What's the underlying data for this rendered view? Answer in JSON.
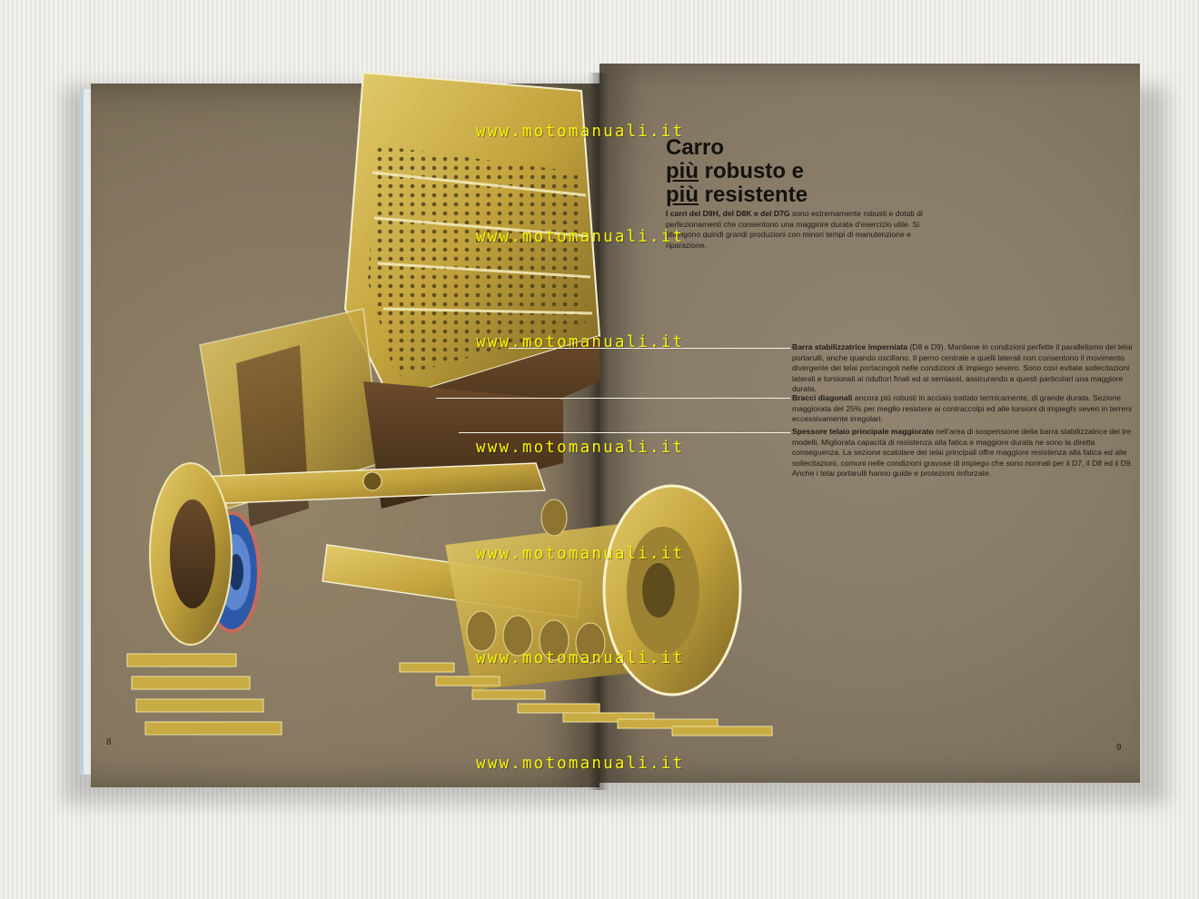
{
  "watermark": "www.motomanuali.it",
  "page_numbers": {
    "left": "8",
    "right": "9"
  },
  "title": {
    "line1": "Carro",
    "line2_prefix": "più",
    "line2_rest": " robusto e",
    "line3_prefix": "più",
    "line3_rest": " resistente"
  },
  "intro": {
    "bold": "I carri del D9H, del D8K e del D7G",
    "text": " sono estremamente robusti e dotati di perfezionamenti che consentono una maggiore durata d'esercizio utile. Si ottengono quindi grandi produzioni con minori tempi di manutenzione e riparazione."
  },
  "features": [
    {
      "bold": "Barra stabilizzatrice imperniata",
      "text": " (D8 e D9). Mantiene in condizioni perfette il parallelismo dei telai portarulli, anche quando oscillano. Il perno centrale e quelli laterali non consentono il movimento divergente dei telai portacingoli nelle condizioni di impiego severo. Sono così evitate sollecitazioni laterali e torsionali ai riduttori finali ed ai semiassi, assicurando a questi particolari una maggiore durata."
    },
    {
      "bold": "Bracci diagonali",
      "text": " ancora più robusti in acciaio trattato termicamente, di grande durata. Sezione maggiorata del 25% per meglio resistere ai contraccolpi ed alle torsioni di impieghi severi in terreni eccessivamente irregolari."
    },
    {
      "bold": "Spessore telaio principale maggiorato",
      "text": " nell'area di sospensione della barra stabilizzatrice dei tre modelli. Migliorata capacità di resistenza alla fatica e maggiore durata ne sono la diretta conseguenza. La sezione scatolare dei telai principali offre maggiore resistenza alla fatica ed alle sollecitazioni, comuni nelle condizioni gravose di impiego che sono normali per il D7, il D8 ed il D9. Anche i telai portarulli hanno guide e protezioni rinforzate."
    }
  ],
  "colors": {
    "page": "#867a66",
    "machine": "#c7a93e",
    "watermark": "#f7f309"
  }
}
